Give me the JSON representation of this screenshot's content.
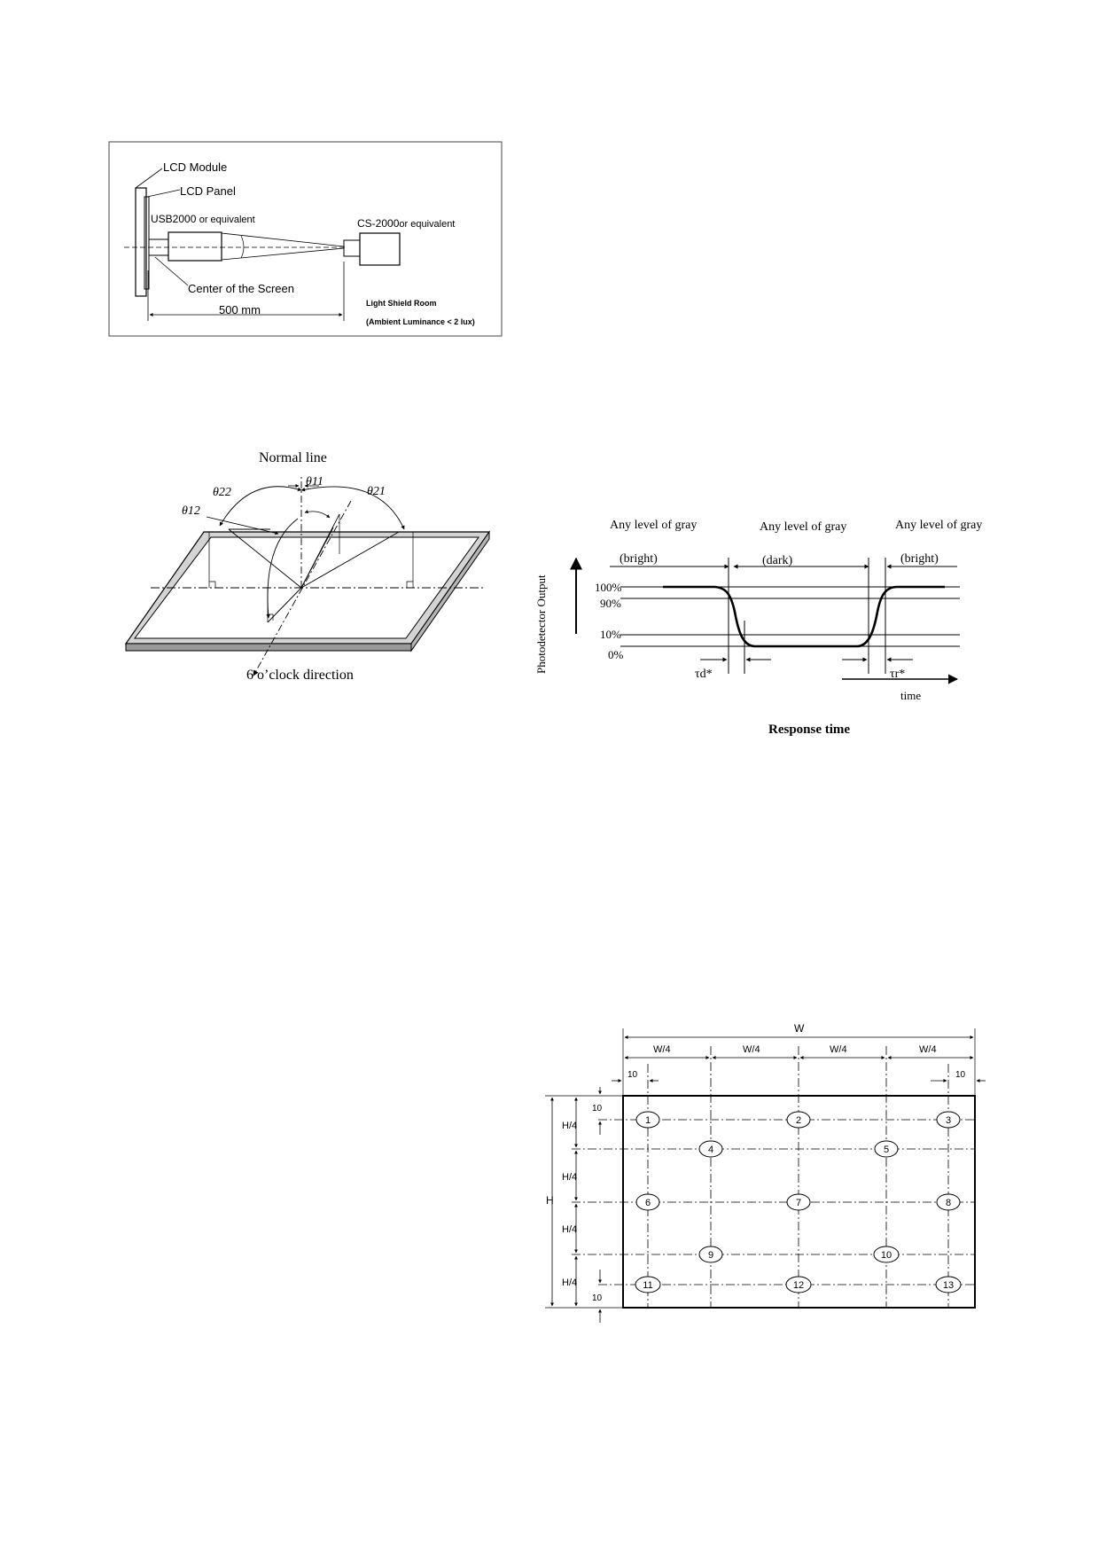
{
  "setup": {
    "lcd_module": "LCD Module",
    "lcd_panel": "LCD Panel",
    "usb_model": "USB2000",
    "usb_suffix": "or equivalent",
    "cs_model": "CS-2000",
    "cs_suffix": "or equivalent",
    "center": "Center of the Screen",
    "distance": "500 mm",
    "room": "Light Shield Room",
    "ambient": "(Ambient Luminance < 2 lux)"
  },
  "viewing": {
    "normal_line": "Normal line",
    "theta22": "θ22",
    "theta11": "θ11",
    "theta21": "θ21",
    "theta12": "θ12",
    "six_oclock": "6 o’clock direction"
  },
  "response": {
    "gray_left": "Any level of gray",
    "gray_mid": "Any level of gray",
    "gray_right": "Any level of gray",
    "bright_left": "(bright)",
    "dark": "(dark)",
    "bright_right": "(bright)",
    "y_axis": "Photodetector Output",
    "lvl100": "100%",
    "lvl90": "90%",
    "lvl10": "10%",
    "lvl0": "0%",
    "tau_d": "τd*",
    "tau_r": "τr*",
    "time": "time",
    "title": "Response time"
  },
  "points": {
    "w": "W",
    "h": "H",
    "w4": [
      "W/4",
      "W/4",
      "W/4",
      "W/4"
    ],
    "h4": [
      "H/4",
      "H/4",
      "H/4",
      "H/4"
    ],
    "ten": [
      "10",
      "10",
      "10",
      "10"
    ],
    "labels": [
      "1",
      "2",
      "3",
      "4",
      "5",
      "6",
      "7",
      "8",
      "9",
      "10",
      "11",
      "12",
      "13"
    ]
  }
}
